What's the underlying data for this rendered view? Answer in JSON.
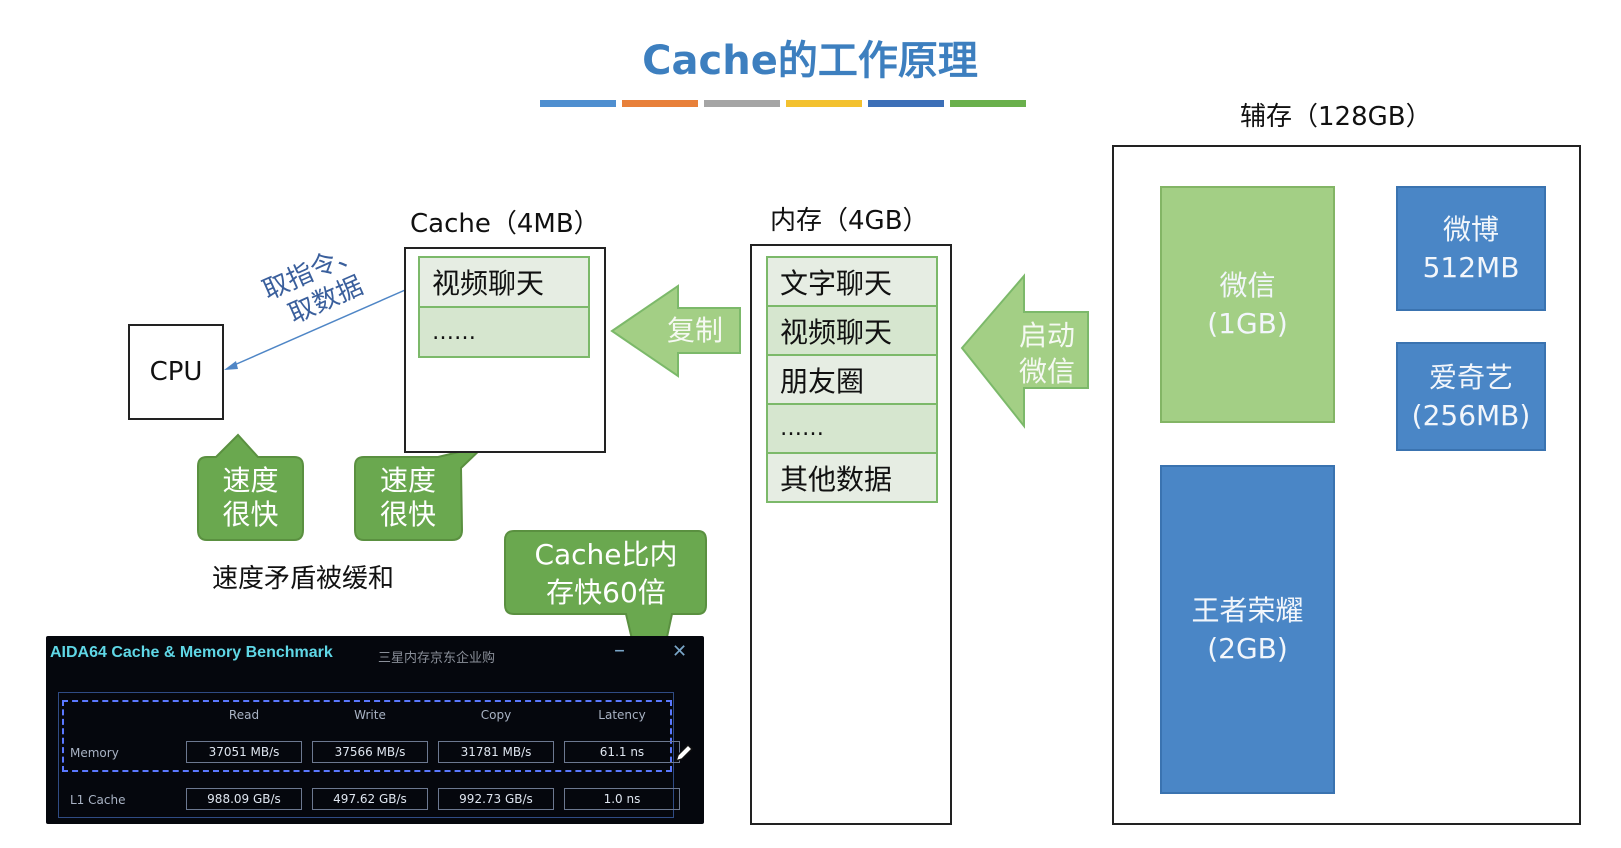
{
  "title": "Cache的工作原理",
  "title_bar_colors": [
    "#4f8fd0",
    "#e8803a",
    "#a5a5a5",
    "#f3c12f",
    "#3c6fb7",
    "#6ab04c"
  ],
  "cpu": {
    "label": "CPU"
  },
  "fetch_label": {
    "line1": "取指令、",
    "line2": "取数据"
  },
  "cache": {
    "label": "Cache（4MB）",
    "items": [
      "视频聊天",
      "……"
    ]
  },
  "copy_arrow": {
    "label": "复制"
  },
  "memory": {
    "label": "内存（4GB）",
    "items": [
      "文字聊天",
      "视频聊天",
      "朋友圈",
      "……",
      "其他数据"
    ]
  },
  "launch_arrow": {
    "line1": "启动",
    "line2": "微信"
  },
  "storage": {
    "label": "辅存（128GB）",
    "blocks": [
      {
        "line1": "微信",
        "line2": "(1GB)"
      },
      {
        "line1": "微博",
        "line2": "512MB"
      },
      {
        "line1": "爱奇艺",
        "line2": "(256MB)"
      },
      {
        "line1": "王者荣耀",
        "line2": "(2GB)"
      }
    ]
  },
  "bubbles": {
    "cpu_speed": {
      "line1": "速度",
      "line2": "很快"
    },
    "cache_speed": {
      "line1": "速度",
      "line2": "很快"
    },
    "cache_vs_memory": {
      "line1": "Cache比内",
      "line2": "存快60倍"
    }
  },
  "conflict_text": "速度矛盾被缓和",
  "aida": {
    "title": "AIDA64 Cache & Memory Benchmark",
    "subtitle": "三星内存京东企业购",
    "minimize": "–",
    "close": "✕",
    "columns": [
      "Read",
      "Write",
      "Copy",
      "Latency"
    ],
    "rows": [
      {
        "name": "Memory",
        "values": [
          "37051 MB/s",
          "37566 MB/s",
          "31781 MB/s",
          "61.1 ns"
        ]
      },
      {
        "name": "L1 Cache",
        "values": [
          "988.09 GB/s",
          "497.62 GB/s",
          "992.73 GB/s",
          "1.0 ns"
        ]
      }
    ]
  }
}
